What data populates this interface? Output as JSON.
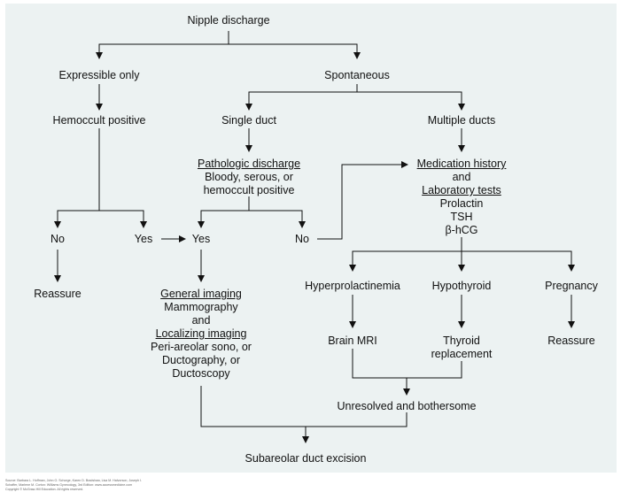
{
  "nodes": {
    "nipple_discharge": "Nipple discharge",
    "expressible_only": "Expressible only",
    "spontaneous": "Spontaneous",
    "hemoccult_positive": "Hemoccult positive",
    "single_duct": "Single duct",
    "multiple_ducts": "Multiple ducts",
    "pathologic_discharge": {
      "heading": "Pathologic discharge",
      "line1": "Bloody, serous, or",
      "line2": "hemoccult positive"
    },
    "medication": {
      "heading1": "Medication history",
      "and": "and",
      "heading2": "Laboratory tests",
      "test1": "Prolactin",
      "test2": "TSH",
      "test3": "β-hCG"
    },
    "left_no": "No",
    "left_yes": "Yes",
    "mid_yes": "Yes",
    "mid_no": "No",
    "reassure_left": "Reassure",
    "imaging": {
      "heading1": "General imaging",
      "line1": "Mammography",
      "and": "and",
      "heading2": "Localizing imaging",
      "line2": "Peri-areolar sono, or",
      "line3": "Ductography, or",
      "line4": "Ductoscopy"
    },
    "hyperprolactinemia": "Hyperprolactinemia",
    "hypothyroid": "Hypothyroid",
    "pregnancy": "Pregnancy",
    "brain_mri": "Brain MRI",
    "thyroid": {
      "line1": "Thyroid",
      "line2": "replacement"
    },
    "reassure_right": "Reassure",
    "unresolved": "Unresolved and bothersome",
    "excision": "Subareolar duct excision"
  },
  "credit": {
    "line1": "Source: Barbara L. Hoffman, John O. Schorge, Karen D. Bradshaw, Lisa M. Halvorson, Joseph I.",
    "line2": "Schaffer, Marlene M. Corton: Williams Gynecology, 3rd Edition: www.accessmedicine.com",
    "line3": "Copyright © McGraw-Hill Education. All rights reserved."
  }
}
